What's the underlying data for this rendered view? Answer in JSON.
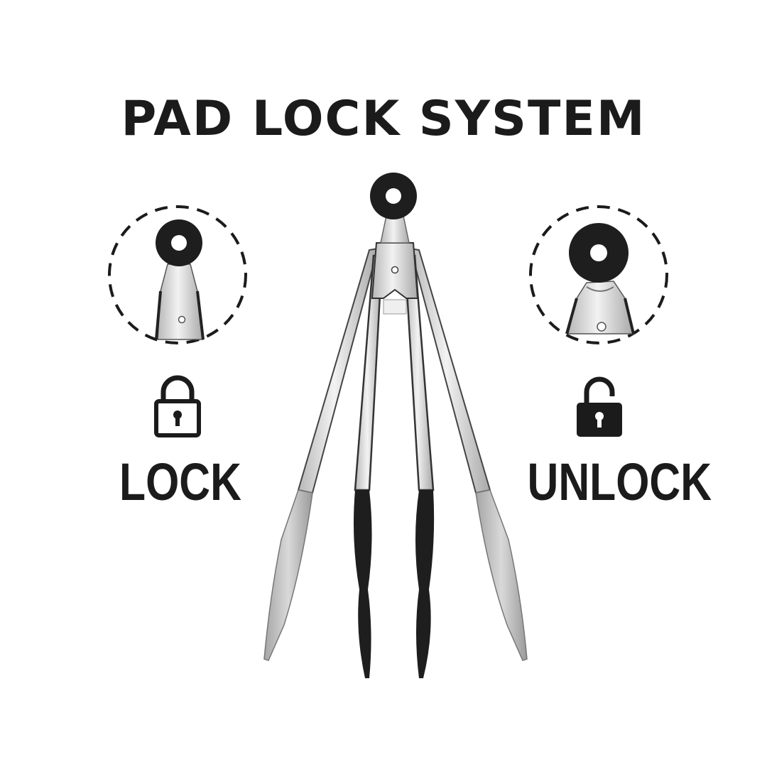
{
  "title": "PAD LOCK SYSTEM",
  "lock": {
    "label": "LOCK",
    "icon": "padlock-closed-icon"
  },
  "unlock": {
    "label": "UNLOCK",
    "icon": "padlock-open-icon"
  },
  "colors": {
    "ink": "#1b1b1b",
    "steel_light": "#e8e8e8",
    "steel_mid": "#c9c9c9",
    "steel_dark": "#9a9a9a",
    "silicone_black": "#1e1e1e"
  }
}
